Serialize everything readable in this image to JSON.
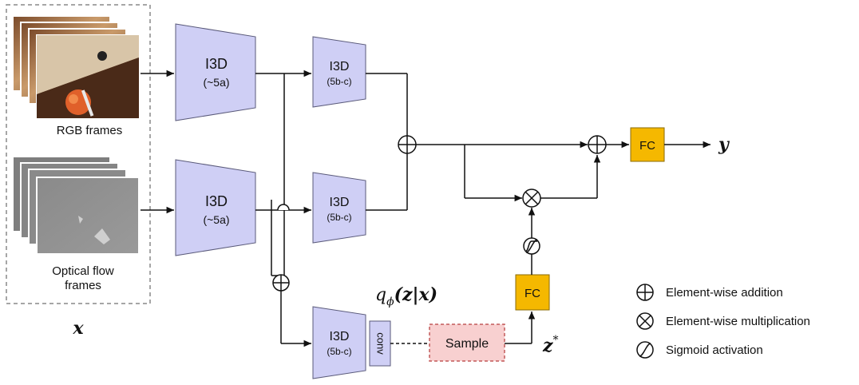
{
  "inputs": {
    "rgb_label": "RGB frames",
    "flow_label_line1": "Optical flow",
    "flow_label_line2": "frames",
    "input_symbol": "x"
  },
  "blocks": {
    "i3d_name": "I3D",
    "i3d_early_sub": "(~5a)",
    "i3d_late_sub": "(5b-c)",
    "conv_label": "conv",
    "sample_label": "Sample",
    "fc_label": "FC"
  },
  "math": {
    "posterior_q": "q",
    "posterior_sub": "ϕ",
    "posterior_args": "(z|x)",
    "latent": "z",
    "latent_sup": "*",
    "output": "y"
  },
  "legend": {
    "add": "Element-wise addition",
    "mul": "Element-wise multiplication",
    "sigmoid": "Sigmoid activation"
  },
  "colors": {
    "i3d_fill": "#cfcff5",
    "i3d_stroke": "#5a5a7a",
    "fc_fill": "#f5b800",
    "sample_fill": "#f8d0d0",
    "sample_stroke": "#c25a5a"
  }
}
